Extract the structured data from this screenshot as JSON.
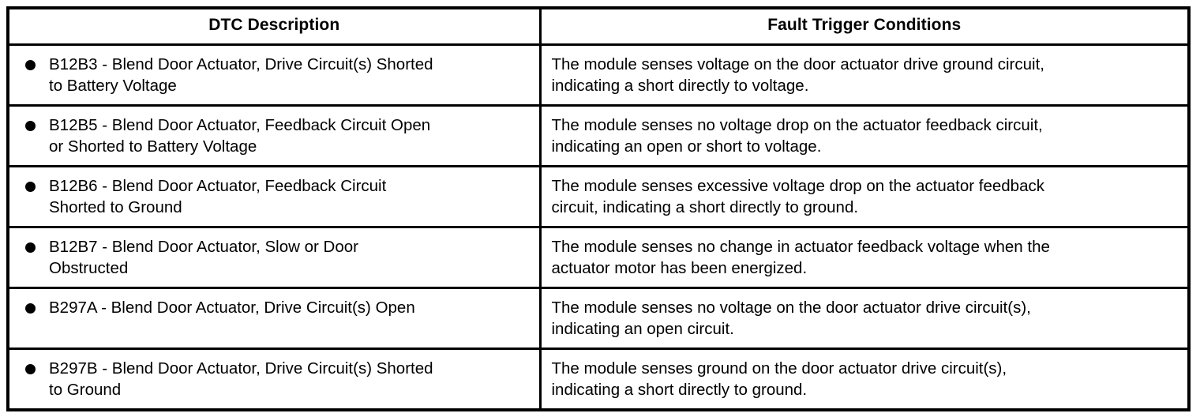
{
  "table": {
    "headers": {
      "dtc_description": "DTC Description",
      "fault_trigger_conditions": "Fault Trigger Conditions"
    },
    "bullet_icon": "bullet-dot-icon",
    "colors": {
      "border": "#000000",
      "text": "#000000",
      "background": "#ffffff"
    },
    "rows": [
      {
        "code": "B12B3",
        "dtc_description": "B12B3 - Blend Door Actuator, Drive Circuit(s) Shorted\nto Battery Voltage",
        "fault_trigger_conditions": "The module senses voltage on the door actuator drive ground circuit,\nindicating a short directly to voltage."
      },
      {
        "code": "B12B5",
        "dtc_description": "B12B5 - Blend Door Actuator, Feedback Circuit Open\nor Shorted to Battery Voltage",
        "fault_trigger_conditions": "The module senses no voltage drop on the actuator feedback circuit,\nindicating an open or short to voltage."
      },
      {
        "code": "B12B6",
        "dtc_description": "B12B6 - Blend Door Actuator, Feedback Circuit\nShorted to Ground",
        "fault_trigger_conditions": "The module senses excessive voltage drop on the actuator feedback\ncircuit, indicating a short directly to ground."
      },
      {
        "code": "B12B7",
        "dtc_description": "B12B7 - Blend Door Actuator, Slow or Door\nObstructed",
        "fault_trigger_conditions": "The module senses no change in actuator feedback voltage when the\nactuator motor has been energized."
      },
      {
        "code": "B297A",
        "dtc_description": "B297A - Blend Door Actuator, Drive Circuit(s) Open",
        "fault_trigger_conditions": "The module senses no voltage on the door actuator drive circuit(s),\nindicating an open circuit."
      },
      {
        "code": "B297B",
        "dtc_description": "B297B - Blend Door Actuator, Drive Circuit(s) Shorted\nto Ground",
        "fault_trigger_conditions": "The module senses ground on the door actuator drive circuit(s),\nindicating a short directly to ground."
      }
    ]
  }
}
